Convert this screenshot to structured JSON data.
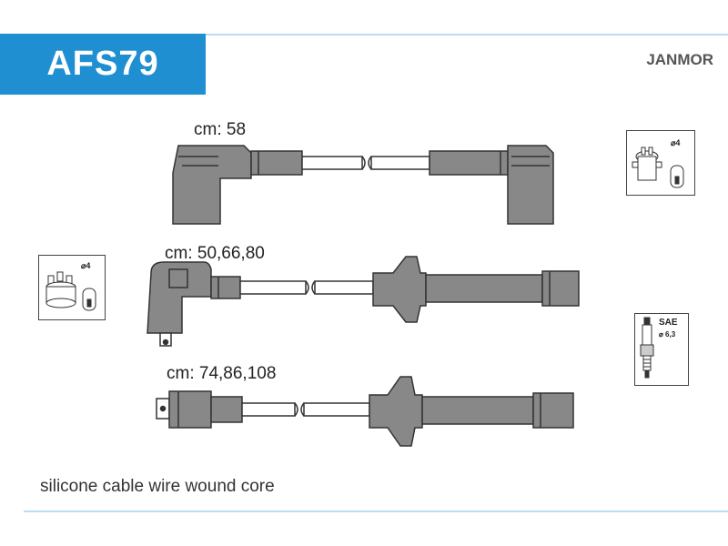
{
  "header": {
    "part_code": "AFS79",
    "brand": "JANMOR"
  },
  "cables": [
    {
      "label": "cm: 58"
    },
    {
      "label": "cm: 50,66,80"
    },
    {
      "label": "cm: 74,86,108"
    }
  ],
  "icons": {
    "coil_right": {
      "label": "⌀4"
    },
    "distributor_left": {
      "label": "⌀4"
    },
    "spark_plug": {
      "label_top": "SAE",
      "label_bottom": "⌀ 6,3"
    }
  },
  "footer": {
    "description": "silicone cable wire wound core"
  },
  "colors": {
    "accent": "#1f8fd2",
    "boot_fill": "#888888",
    "line": "#b8dcf2"
  }
}
